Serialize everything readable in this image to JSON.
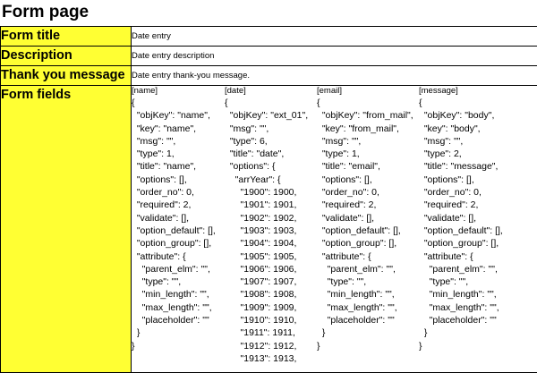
{
  "page_title": "Form page",
  "rows": {
    "form_title": {
      "label": "Form title",
      "value": "Date entry"
    },
    "description": {
      "label": "Description",
      "value": "Date entry description"
    },
    "thank_you": {
      "label": "Thank you message",
      "value": "Date entry thank-you message."
    },
    "form_fields": {
      "label": "Form fields"
    }
  },
  "fields": [
    {
      "header": "[name]",
      "code": "{\n  \"objKey\": \"name\",\n  \"key\": \"name\",\n  \"msg\": \"\",\n  \"type\": 1,\n  \"title\": \"name\",\n  \"options\": [],\n  \"order_no\": 0,\n  \"required\": 2,\n  \"validate\": [],\n  \"option_default\": [],\n  \"option_group\": [],\n  \"attribute\": {\n    \"parent_elm\": \"\",\n    \"type\": \"\",\n    \"min_length\": \"\",\n    \"max_length\": \"\",\n    \"placeholder\": \"\"\n  }\n}"
    },
    {
      "header": "[date]",
      "code": "{\n  \"objKey\": \"ext_01\",\n  \"msg\": \"\",\n  \"type\": 6,\n  \"title\": \"date\",\n  \"options\": {\n    \"arrYear\": {\n      \"1900\": 1900,\n      \"1901\": 1901,\n      \"1902\": 1902,\n      \"1903\": 1903,\n      \"1904\": 1904,\n      \"1905\": 1905,\n      \"1906\": 1906,\n      \"1907\": 1907,\n      \"1908\": 1908,\n      \"1909\": 1909,\n      \"1910\": 1910,\n      \"1911\": 1911,\n      \"1912\": 1912,\n      \"1913\": 1913,"
    },
    {
      "header": "[email]",
      "code": "{\n  \"objKey\": \"from_mail\",\n  \"key\": \"from_mail\",\n  \"msg\": \"\",\n  \"type\": 1,\n  \"title\": \"email\",\n  \"options\": [],\n  \"order_no\": 0,\n  \"required\": 2,\n  \"validate\": [],\n  \"option_default\": [],\n  \"option_group\": [],\n  \"attribute\": {\n    \"parent_elm\": \"\",\n    \"type\": \"\",\n    \"min_length\": \"\",\n    \"max_length\": \"\",\n    \"placeholder\": \"\"\n  }\n}"
    },
    {
      "header": "[message]",
      "code": "{\n  \"objKey\": \"body\",\n  \"key\": \"body\",\n  \"msg\": \"\",\n  \"type\": 2,\n  \"title\": \"message\",\n  \"options\": [],\n  \"order_no\": 0,\n  \"required\": 2,\n  \"validate\": [],\n  \"option_default\": [],\n  \"option_group\": [],\n  \"attribute\": {\n    \"parent_elm\": \"\",\n    \"type\": \"\",\n    \"min_length\": \"\",\n    \"max_length\": \"\",\n    \"placeholder\": \"\"\n  }\n}"
    }
  ],
  "colors": {
    "label_bg": "#ffff33",
    "border": "#000000"
  }
}
